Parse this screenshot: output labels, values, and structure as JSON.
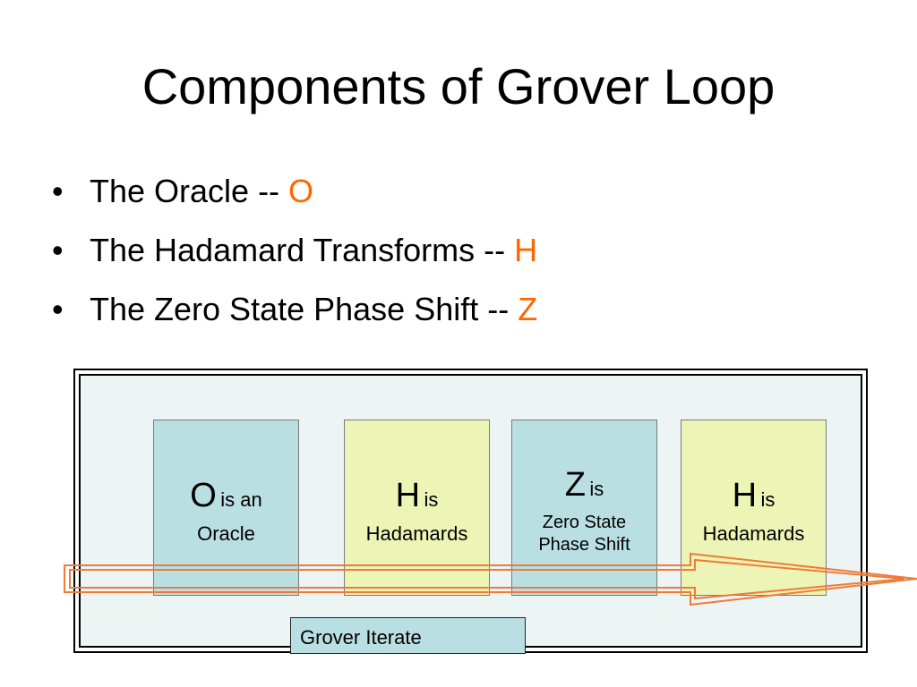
{
  "title": "Components of Grover Loop",
  "bullets": [
    {
      "text": "The Oracle -- ",
      "symbol": "O"
    },
    {
      "text": "The Hadamard Transforms -- ",
      "symbol": "H"
    },
    {
      "text": "The Zero State Phase Shift -- ",
      "symbol": "Z"
    }
  ],
  "bullet_glyph": "•",
  "diagram": {
    "boxes": [
      {
        "letter": "O",
        "is": "is an",
        "desc": "Oracle"
      },
      {
        "letter": "H",
        "is": "is",
        "desc": "Hadamards"
      },
      {
        "letter": "Z",
        "is": "is",
        "desc_line1": "Zero State",
        "desc_line2": "Phase Shift"
      },
      {
        "letter": "H",
        "is": "is",
        "desc": "Hadamards"
      }
    ],
    "iterate_label": "Grover Iterate"
  },
  "colors": {
    "accent": "#ff6600",
    "box_blue": "#b9dfe3",
    "box_yellow": "#ecf5b5",
    "frame_fill": "#ecf4f4"
  }
}
